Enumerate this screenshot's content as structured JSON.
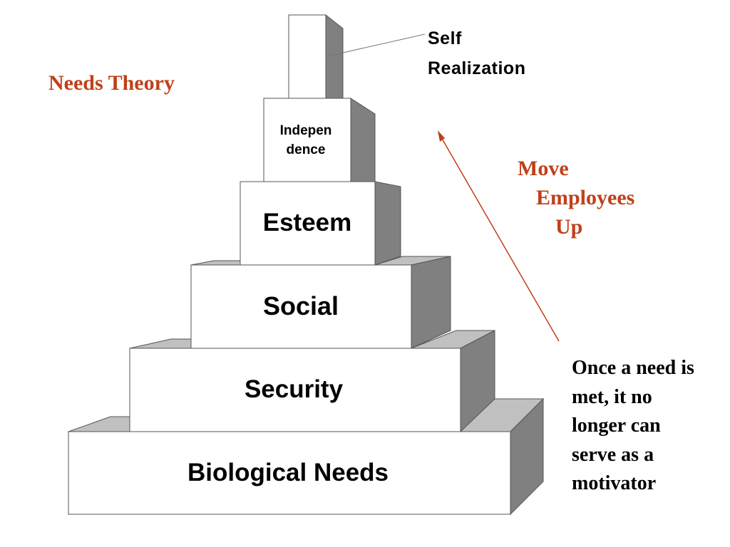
{
  "title": "Needs Theory",
  "levels": [
    {
      "label": "Biological Needs"
    },
    {
      "label": "Security"
    },
    {
      "label": "Social"
    },
    {
      "label": "Esteem"
    },
    {
      "label_lines": [
        "Indepen",
        "dence"
      ]
    },
    {
      "label_lines": [
        "Self",
        "Realization"
      ]
    }
  ],
  "arrow_label": [
    "Move",
    "Employees",
    "Up"
  ],
  "note": "Once a need is\nmet, it no\nlonger can\nserve as a\nmotivator",
  "colors": {
    "accent": "#c0401a",
    "front": "#ffffff",
    "side": "#808080",
    "top": "#c0c0c0",
    "outline": "#555555"
  }
}
